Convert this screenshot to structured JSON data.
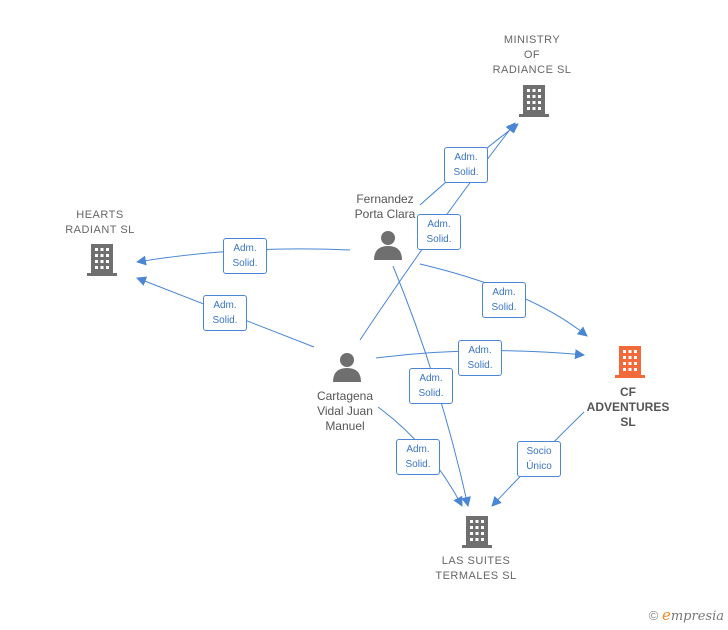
{
  "nodes": {
    "ministry": {
      "label": "MINISTRY\nOF\nRADIANCE  SL"
    },
    "hearts": {
      "label": "HEARTS\nRADIANT  SL"
    },
    "fernandez": {
      "label": "Fernandez\nPorta Clara"
    },
    "cartagena": {
      "label": "Cartagena\nVidal Juan\nManuel"
    },
    "cf": {
      "label": "CF\nADVENTURES\nSL"
    },
    "suites": {
      "label": "LAS SUITES\nTERMALES  SL"
    }
  },
  "edges": {
    "e1": {
      "label": "Adm.\nSolid."
    },
    "e2": {
      "label": "Adm.\nSolid."
    },
    "e3": {
      "label": "Adm.\nSolid."
    },
    "e4": {
      "label": "Adm.\nSolid."
    },
    "e5": {
      "label": "Adm.\nSolid."
    },
    "e6": {
      "label": "Adm.\nSolid."
    },
    "e7": {
      "label": "Adm.\nSolid."
    },
    "e8": {
      "label": "Adm.\nSolid."
    },
    "e9": {
      "label": "Socio\nÚnico"
    }
  },
  "colors": {
    "edge": "#4a86d4",
    "building": "#6f6f6f",
    "focus_building": "#f26a3a",
    "person": "#6f6f6f"
  },
  "footer": {
    "copyright": "©",
    "brand_initial": "e",
    "brand_rest": "mpresia"
  }
}
